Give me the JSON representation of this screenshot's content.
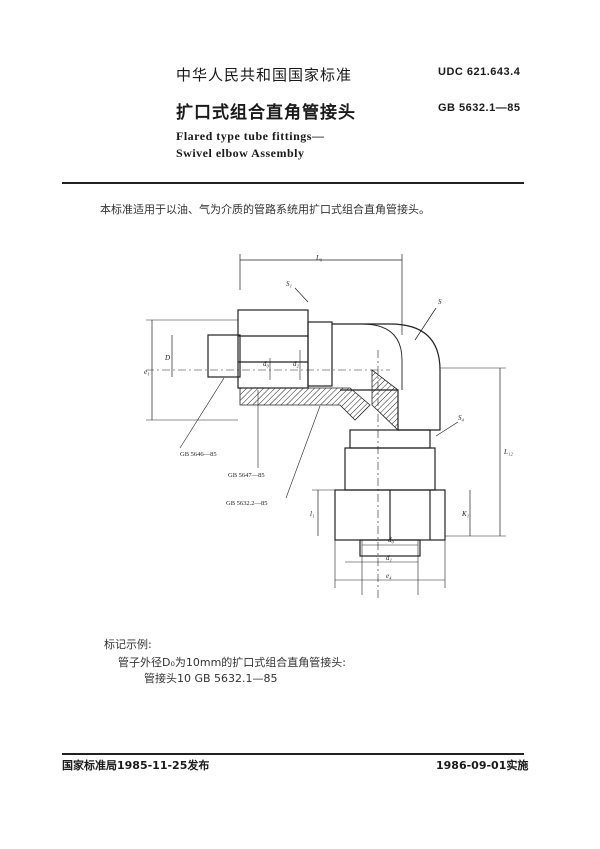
{
  "header": {
    "standard_body": "中华人民共和国国家标准",
    "udc": "UDC 621.643.4",
    "title_cn": "扩口式组合直角管接头",
    "gb_code": "GB 5632.1—85",
    "title_en_line1": "Flared type tube fittings—",
    "title_en_line2": "Swivel elbow  Assembly"
  },
  "scope": "本标准适用于以油、气为介质的管路系统用扩口式组合直角管接头。",
  "figure": {
    "labels": {
      "Lo": "L₀",
      "S1": "S₁",
      "S": "S",
      "S4": "S₄",
      "e1": "e₁",
      "D": "D",
      "d0": "d₀",
      "d2": "d₂",
      "L12": "L₁₂",
      "l1": "l₁",
      "K1": "K₁",
      "d0b": "d₀",
      "d1": "d₁",
      "e4": "e₄"
    },
    "refs": [
      "GB 5646—85",
      "GB 5647—85",
      "GB 5632.2—85"
    ]
  },
  "example": {
    "heading": "标记示例:",
    "line1": "管子外径D₀为10mm的扩口式组合直角管接头:",
    "line2": "管接头10   GB 5632.1—85"
  },
  "footer": {
    "issuer": "国家标准局1985-11-25发布",
    "effective": "1986-09-01实施"
  }
}
